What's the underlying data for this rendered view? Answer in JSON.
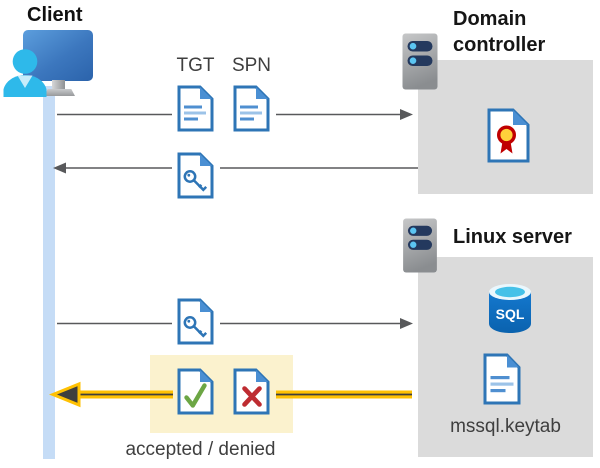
{
  "client": {
    "label": "Client"
  },
  "flow": {
    "tgt_label": "TGT",
    "spn_label": "SPN",
    "result_label": "accepted / denied"
  },
  "domain_controller": {
    "title": "Domain controller"
  },
  "linux_server": {
    "title": "Linux server",
    "sql_label": "SQL",
    "keytab_label": "mssql.keytab"
  },
  "icons": {
    "client": "person-at-monitor-icon",
    "timeline": "client-timeline-bar",
    "domain_controller": "server-icon",
    "linux_server": "server-icon",
    "tgt": "document-icon",
    "spn": "document-icon",
    "session_key": "key-document-icon",
    "certificate": "certificate-document-icon",
    "sql_database": "sql-database-icon",
    "keytab_file": "document-icon",
    "accepted": "check-document-icon",
    "denied": "cross-document-icon"
  },
  "colors": {
    "doc_blue": "#2E75B6",
    "doc_fold_blue": "#4A8FD3",
    "timeline_blue": "#C5DCF6",
    "box_gray": "#DBDBDB",
    "highlight_yellow": "#FBF2CE",
    "arrow_yellow": "#FFC103",
    "arrow_gray": "#58595B",
    "check_green": "#6CA644",
    "cross_red": "#BE2C31",
    "cert_yellow": "#FFD13B",
    "cert_red": "#C00000",
    "person_cyan": "#2EB9EA",
    "sql_blue": "#1076CB"
  }
}
